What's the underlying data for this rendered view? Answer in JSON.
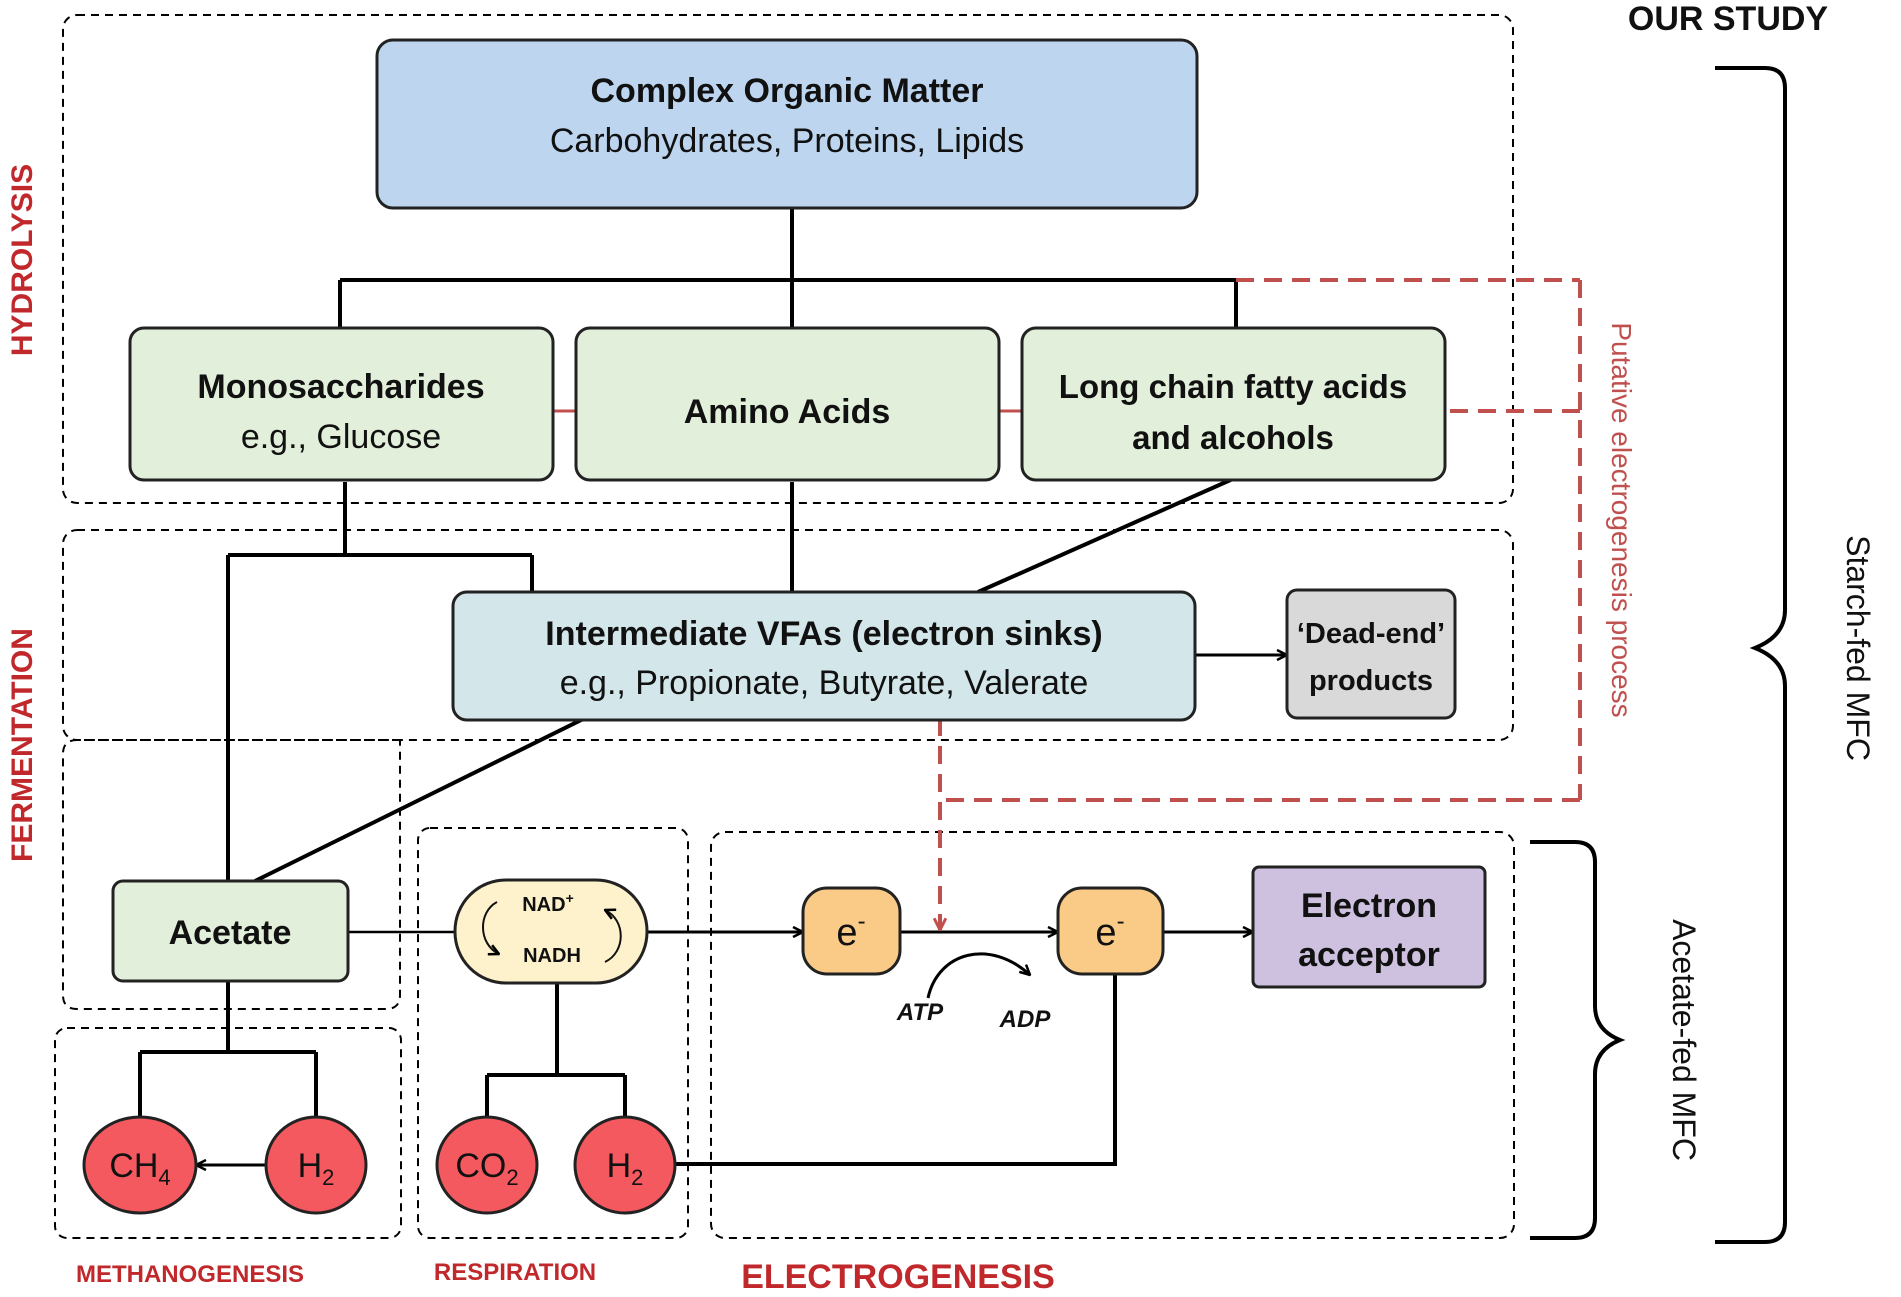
{
  "colors": {
    "complex": "#bdd5ee",
    "green": "#e2efda",
    "vfa": "#d3e6ea",
    "deadend": "#d9d9d9",
    "nad": "#fdf2cc",
    "electron": "#f9cb87",
    "acceptor": "#cdc1df",
    "gas": "#f4595f",
    "red": "#c0282b",
    "dashed_red": "#c0504d"
  },
  "sections": {
    "hydrolysis": "HYDROLYSIS",
    "fermentation": "FERMENTATION",
    "methanogenesis": "METHANOGENESIS",
    "respiration": "RESPIRATION",
    "electrogenesis": "ELECTROGENESIS"
  },
  "study": {
    "heading": "OUR STUDY",
    "starch": "Starch-fed MFC",
    "acetate": "Acetate-fed MFC"
  },
  "putative": "Putative electrogenesis process",
  "nodes": {
    "complex": {
      "title": "Complex Organic Matter",
      "subtitle": "Carbohydrates, Proteins, Lipids"
    },
    "mono": {
      "title": "Monosaccharides",
      "subtitle": "e.g., Glucose"
    },
    "amino": {
      "title": "Amino Acids"
    },
    "lcfa": {
      "line1": "Long chain fatty acids",
      "line2": "and alcohols"
    },
    "vfa": {
      "title": "Intermediate VFAs (electron sinks)",
      "subtitle": "e.g., Propionate, Butyrate, Valerate"
    },
    "deadend": {
      "line1": "‘Dead-end’",
      "line2": "products"
    },
    "acetate": {
      "title": "Acetate"
    },
    "nad": {
      "nad_base": "NAD",
      "nad_sup": "+",
      "nadh": "NADH"
    },
    "electron1": {
      "base": "e",
      "sup": "-"
    },
    "electron2": {
      "base": "e",
      "sup": "-"
    },
    "acceptor": {
      "line1": "Electron",
      "line2": "acceptor"
    },
    "atp": "ATP",
    "adp": "ADP",
    "ch4": {
      "base": "CH",
      "sub": "4"
    },
    "h2_methano": {
      "base": "H",
      "sub": "2"
    },
    "co2": {
      "base": "CO",
      "sub": "2"
    },
    "h2_resp": {
      "base": "H",
      "sub": "2"
    }
  }
}
